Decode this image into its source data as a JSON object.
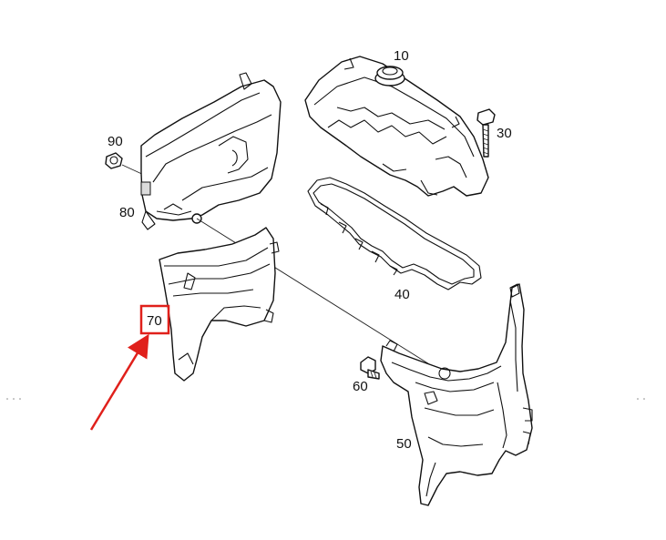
{
  "callouts": {
    "p10": "10",
    "p30": "30",
    "p40": "40",
    "p50": "50",
    "p60": "60",
    "p70": "70",
    "p80": "80",
    "p90": "90"
  },
  "highlight": {
    "part": "70",
    "color": "#e0201b"
  }
}
